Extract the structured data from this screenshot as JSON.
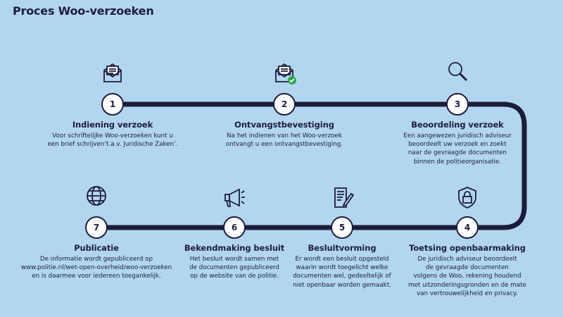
{
  "title": "Proces Woo-verzoeken",
  "colors": {
    "background": "#b2d6ef",
    "navy": "#1d1d3b",
    "check": "#2ba84a"
  },
  "steps": [
    {
      "number": "1",
      "title": "Indiening verzoek",
      "text": [
        "Voor schriftelijke Woo-verzoeken kunt u",
        "een brief schrijven‘t.a.v. Juridische Zaken’."
      ],
      "icon": "envelope-icon"
    },
    {
      "number": "2",
      "title": "Ontvangstbevestiging",
      "text": [
        "Na het indienen van het Woo-verzoek",
        "ontvangt u een ontvangstbevestiging."
      ],
      "icon": "envelope-check-icon"
    },
    {
      "number": "3",
      "title": "Beoordeling verzoek",
      "text": [
        "Een aangewezen juridisch adviseur",
        "beoordeelt uw verzoek en zoekt",
        "naar de gevraagde documenten",
        "binnen de politieorganisatie."
      ],
      "icon": "magnifier-icon"
    },
    {
      "number": "4",
      "title": "Toetsing openbaarmaking",
      "text": [
        "De juridisch adviseur beoordeelt",
        "de gevraagde documenten",
        "volgens de Woo, rekening houdend",
        "met uitzonderingsgronden en de mate",
        "van vertrouwelijkheid en privacy."
      ],
      "icon": "lock-shield-icon"
    },
    {
      "number": "5",
      "title": "Besluitvorming",
      "text": [
        "Er wordt een besluit opgesteld",
        "waarin wordt toegelicht welke",
        "documenten wel, gedeeltelijk of",
        "niet openbaar worden gemaakt."
      ],
      "icon": "document-pen-icon"
    },
    {
      "number": "6",
      "title": "Bekendmaking besluit",
      "text": [
        "Het besluit wordt samen met",
        "de documenten gepubliceerd",
        "op de website van de politie."
      ],
      "icon": "megaphone-icon"
    },
    {
      "number": "7",
      "title": "Publicatie",
      "text": [
        "De informatie wordt gepubliceerd op",
        "www.politie.nl/wet-open-overheid/woo-verzoeken",
        "en is daarmee voor iedereen toegankelijk."
      ],
      "icon": "globe-icon"
    }
  ]
}
